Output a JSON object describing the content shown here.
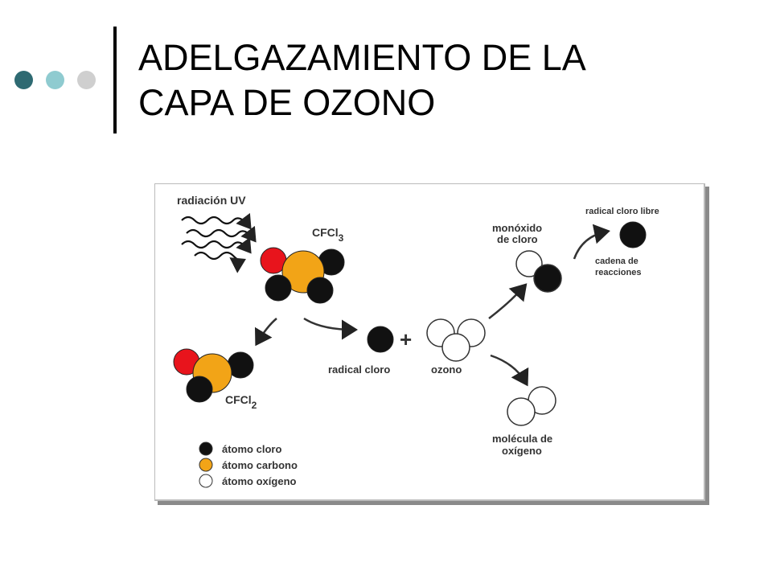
{
  "slide": {
    "title_line1": "ADELGAZAMIENTO DE LA",
    "title_line2": "CAPA DE OZONO",
    "bullet_dot_colors": [
      "#2e6a72",
      "#8fcbd0",
      "#cfcfcf"
    ]
  },
  "diagram": {
    "radiation_label": "radiación UV",
    "cfcl3_label": "CFCl",
    "cfcl3_sub": "3",
    "cfcl2_label": "CFCl",
    "cfcl2_sub": "2",
    "plus": "+",
    "radical_cloro": "radical cloro",
    "ozono": "ozono",
    "monoxido_line1": "monóxido",
    "monoxido_line2": "de cloro",
    "radical_libre": "radical cloro libre",
    "cadena_line1": "cadena de",
    "cadena_line2": "reacciones",
    "molecula_line1": "molécula de",
    "molecula_line2": "oxígeno",
    "legend": [
      {
        "label": "átomo cloro",
        "color": "#111111"
      },
      {
        "label": "átomo carbono",
        "color": "#f2a417"
      },
      {
        "label": "átomo oxígeno",
        "color": "#ffffff"
      }
    ],
    "colors": {
      "chlorine": "#111111",
      "carbon": "#f2a417",
      "fluorine": "#e8141c",
      "oxygen": "#ffffff"
    }
  }
}
